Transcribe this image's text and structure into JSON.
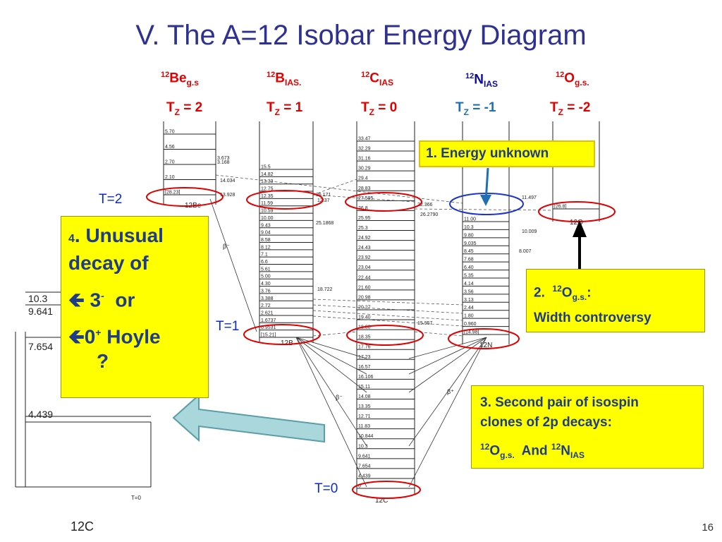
{
  "title": "V. The A=12 Isobar Energy Diagram",
  "columns": [
    {
      "mass": "12",
      "el": "Be",
      "sub": "g.s",
      "tz": "2"
    },
    {
      "mass": "12",
      "el": "B",
      "sub": "IAS.",
      "tz": "1"
    },
    {
      "mass": "12",
      "el": "C",
      "sub": "IAS",
      "tz": "0"
    },
    {
      "mass": "12",
      "el": "N",
      "sub": "IAS",
      "tz": "-1"
    },
    {
      "mass": "12",
      "el": "O",
      "sub": "g.s.",
      "tz": "-2"
    }
  ],
  "tz_prefix": "T",
  "tz_sub": "Z",
  "t_labels": {
    "t2": "T=2",
    "t1": "T=1",
    "t0": "T=0"
  },
  "box1": {
    "text": "1. Energy unknown"
  },
  "box4": {
    "num": "4",
    "line1": ". Unusual",
    "line2": "decay of",
    "arrow1": "🡸",
    "item1": "3",
    "item1_sup": "-",
    "or": "or",
    "arrow2": "🡸",
    "item2": "0",
    "item2_sup": "+",
    "hoyle": "Hoyle",
    "q": "?"
  },
  "box2": {
    "num": "2.",
    "mass": "12",
    "el": "O",
    "sub": "g.s.",
    "colon": ":",
    "line2": "Width controversy"
  },
  "box3": {
    "line1": "3. Second pair of isospin",
    "line2": "clones of  2p decays:",
    "mass1": "12",
    "el1": "O",
    "sub1": "g.s.",
    "and": "And",
    "mass2": "12",
    "el2": "N",
    "sub2": "IAS"
  },
  "page_number": "16",
  "diagram": {
    "be_levels": [
      "5.70",
      "4.56",
      "2.70",
      "2.10",
      "[28.23]"
    ],
    "be_nuc": "12Be",
    "b_levels": [
      "15.5",
      "14.82",
      "13.33",
      "12.75",
      "12.35",
      "11.59",
      "10.59",
      "10.00",
      "9.43",
      "9.04",
      "8.58",
      "8.12",
      "7.1",
      "6.6",
      "5.61",
      "5.00",
      "4.30",
      "3.76",
      "3.388",
      "2.72",
      "2.621",
      "1.6737",
      "0.9531",
      "[15.21]"
    ],
    "b_nuc": "12B",
    "c_levels": [
      "33.47",
      "32.29",
      "31.16",
      "30.29",
      "29.4",
      "28.83",
      "27.595",
      "26.8",
      "25.95",
      "25.3",
      "24.92",
      "24.43",
      "23.92",
      "23.04",
      "22.44",
      "21.60",
      "20.98",
      "20.27",
      "19.40",
      "18.80",
      "18.35",
      "17.76",
      "17.23",
      "16.57",
      "16.106",
      "15.11",
      "14.08",
      "13.35",
      "12.71",
      "11.83",
      "10.844",
      "10.3",
      "9.641",
      "7.654",
      "4.439",
      "0"
    ],
    "c_nuc": "12C",
    "n_levels": [
      "11.00",
      "10.3",
      "9.80",
      "9.035",
      "8.45",
      "7.68",
      "6.40",
      "5.35",
      "4.14",
      "3.56",
      "3.13",
      "2.44",
      "1.80",
      "0.960",
      "[14.98]"
    ],
    "n_nuc": "12N",
    "o_levels": [
      "[26.8]",
      "12O"
    ],
    "inset_levels": [
      "10.3",
      "9.641",
      "7.654",
      "4.439"
    ],
    "inset_nuc": "12C",
    "inset_gs": "T=0",
    "beta_minus": "β⁻",
    "beta_plus": "β⁺",
    "misc_labels": [
      "3.673",
      "3.168",
      "14.034",
      "13.928",
      "26.171",
      "25.1868",
      "22.366",
      "26.2790",
      "11.497",
      "10.009",
      "8.007",
      "18.722",
      "15.957",
      "12.37"
    ]
  }
}
